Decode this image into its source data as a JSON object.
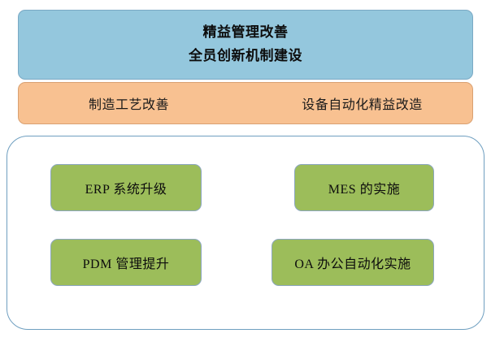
{
  "diagram": {
    "title_banner": {
      "lines": [
        "精益管理改善",
        "全员创新机制建设"
      ],
      "fill_color": "#94c7dd",
      "border_color": "#7aa9c4"
    },
    "secondary_banner": {
      "items": [
        "制造工艺改善",
        "设备自动化精益改造"
      ],
      "fill_color": "#f8c191",
      "border_color": "#d9a172"
    },
    "container": {
      "border_color": "#6f9fc0",
      "fill_color": "#ffffff"
    },
    "nodes": [
      {
        "label": "ERP 系统升级",
        "fill_color": "#9cbd5a",
        "border_color": "#8ba6bf"
      },
      {
        "label": "MES 的实施",
        "fill_color": "#9cbd5a",
        "border_color": "#8ba6bf"
      },
      {
        "label": "PDM 管理提升",
        "fill_color": "#9cbd5a",
        "border_color": "#8ba6bf"
      },
      {
        "label": "OA 办公自动化实施",
        "fill_color": "#9cbd5a",
        "border_color": "#8ba6bf"
      }
    ]
  }
}
